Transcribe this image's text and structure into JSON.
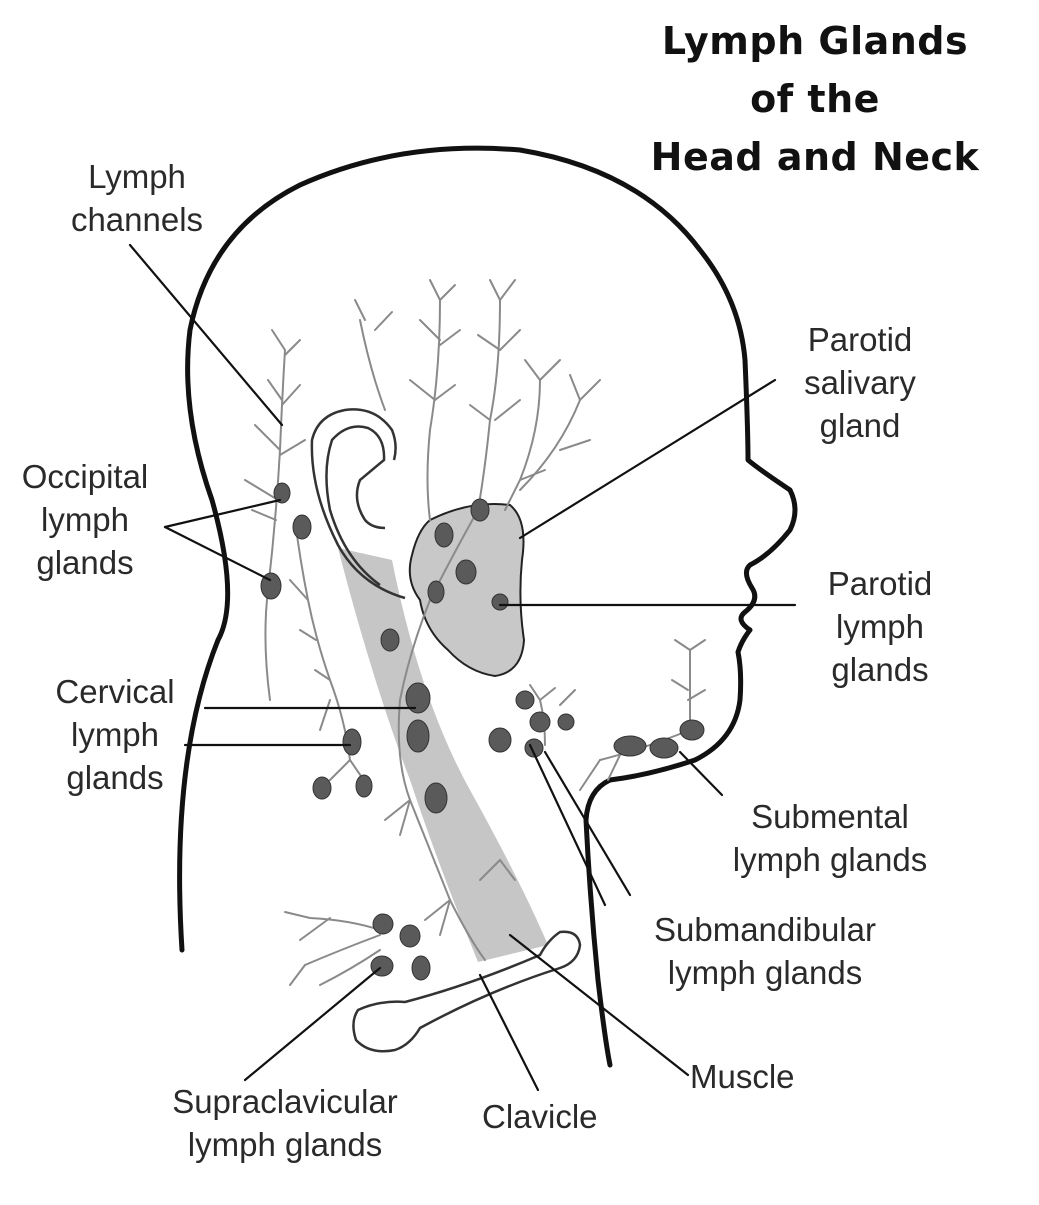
{
  "title": {
    "line1": "Lymph Glands",
    "line2": "of the",
    "line3": "Head and Neck"
  },
  "labels": {
    "lymph_channels": [
      "Lymph",
      "channels"
    ],
    "occipital": [
      "Occipital",
      "lymph",
      "glands"
    ],
    "cervical": [
      "Cervical",
      "lymph",
      "glands"
    ],
    "parotid_salivary": [
      "Parotid",
      "salivary",
      "gland"
    ],
    "parotid_lymph": [
      "Parotid",
      "lymph",
      "glands"
    ],
    "submental": [
      "Submental",
      "lymph glands"
    ],
    "submandibular": [
      "Submandibular",
      "lymph glands"
    ],
    "muscle": [
      "Muscle"
    ],
    "clavicle": [
      "Clavicle"
    ],
    "supraclavicular": [
      "Supraclavicular",
      "lymph glands"
    ]
  },
  "colors": {
    "outline": "#111111",
    "channel": "#8a8a8a",
    "gland": "#5a5a5a",
    "parotid_fill": "#c8c8c8",
    "muscle_fill": "#c6c6c6",
    "background": "#ffffff"
  }
}
